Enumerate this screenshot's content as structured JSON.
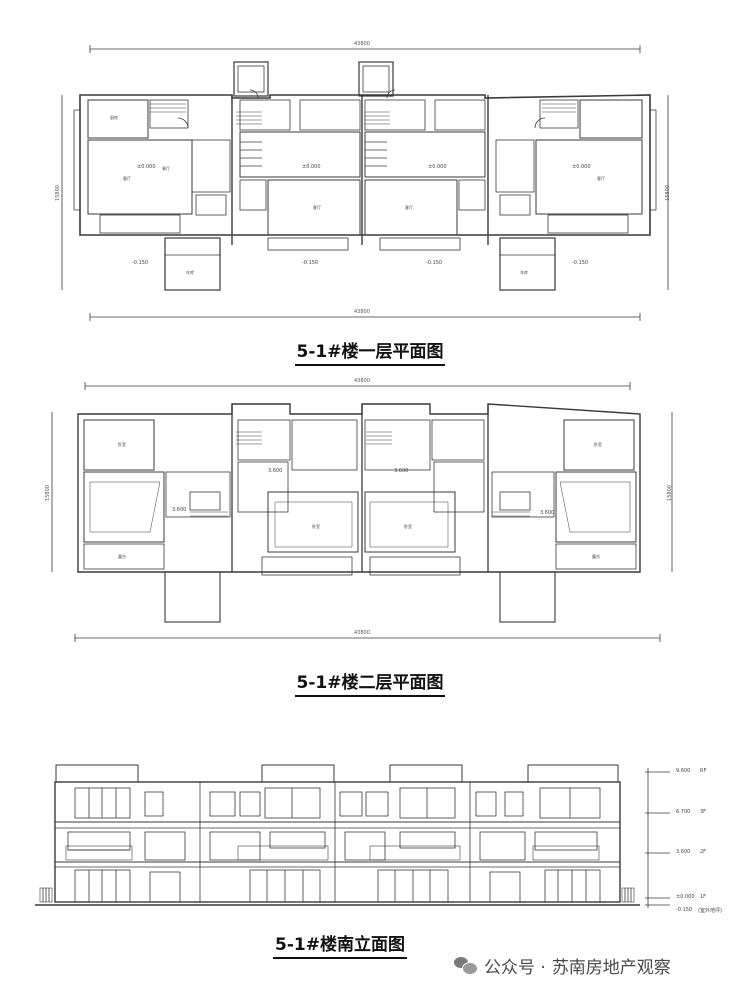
{
  "plan1": {
    "caption": "5-1#楼一层平面图",
    "overall_dim": "43800",
    "depth_dim": "15800",
    "level_main": "±0.000",
    "level_outdoor": "-0.150",
    "rooms": [
      "客厅",
      "餐厅",
      "厨房",
      "卧室",
      "庭院",
      "车库"
    ]
  },
  "plan2": {
    "caption": "5-1#楼二层平面图",
    "overall_dim": "43800",
    "depth_dim": "15800",
    "level_main": "3.600",
    "rooms": [
      "卧室",
      "露台",
      "起居",
      "卫生间"
    ]
  },
  "elevation": {
    "caption": "5-1#楼南立面图",
    "levels": [
      {
        "value": "9.600",
        "floor": "RF"
      },
      {
        "value": "6.700",
        "floor": "3F"
      },
      {
        "value": "3.600",
        "floor": "2F"
      },
      {
        "value": "±0.000",
        "floor": "1F"
      },
      {
        "value": "-0.150",
        "floor": "(室外地坪)"
      }
    ]
  },
  "watermark": {
    "prefix": "公众号 ·",
    "account": "苏南房地产观察",
    "icon": "wechat-icon"
  },
  "colors": {
    "line": "#3a3a3a",
    "caption": "#111111",
    "watermark": "#4a4a4a"
  }
}
